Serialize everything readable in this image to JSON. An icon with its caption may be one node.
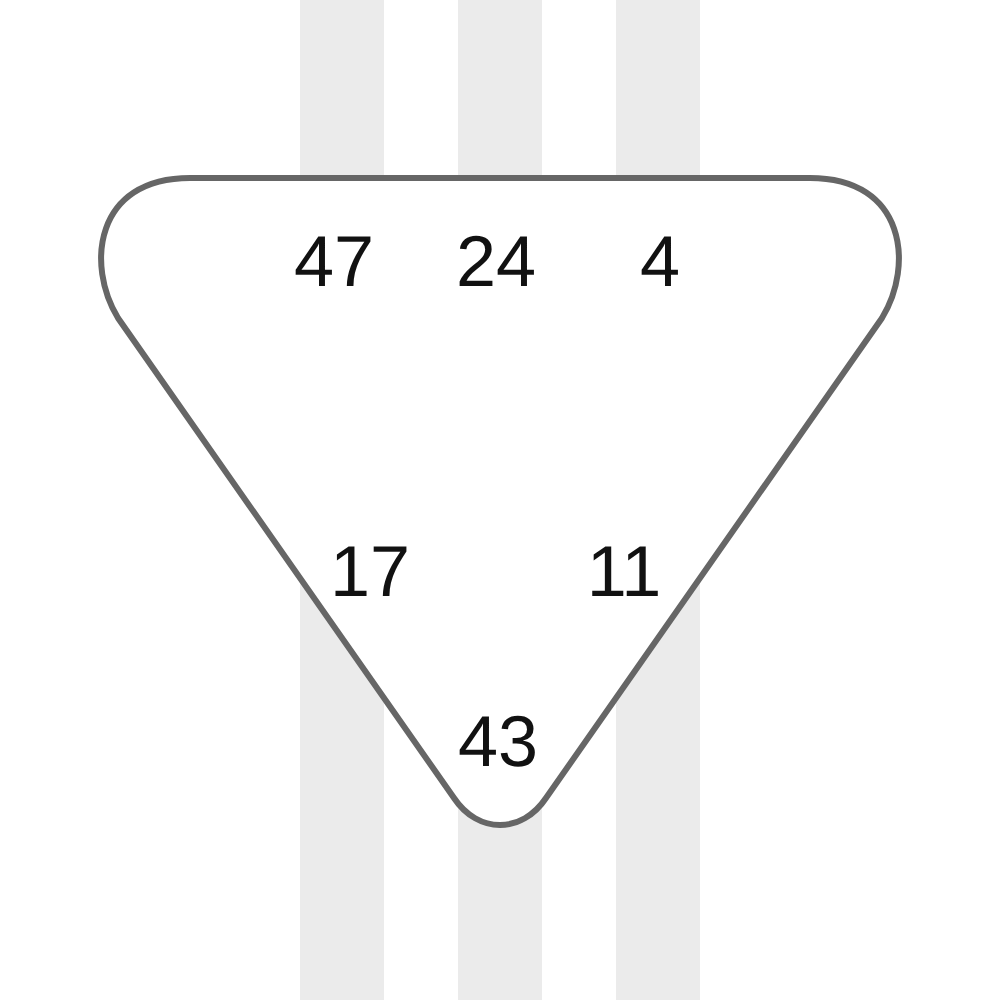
{
  "diagram": {
    "nodes": [
      {
        "text": [
          "47",
          "24",
          "4",
          "17",
          "11",
          "43"
        ]
      }
    ]
  }
}
